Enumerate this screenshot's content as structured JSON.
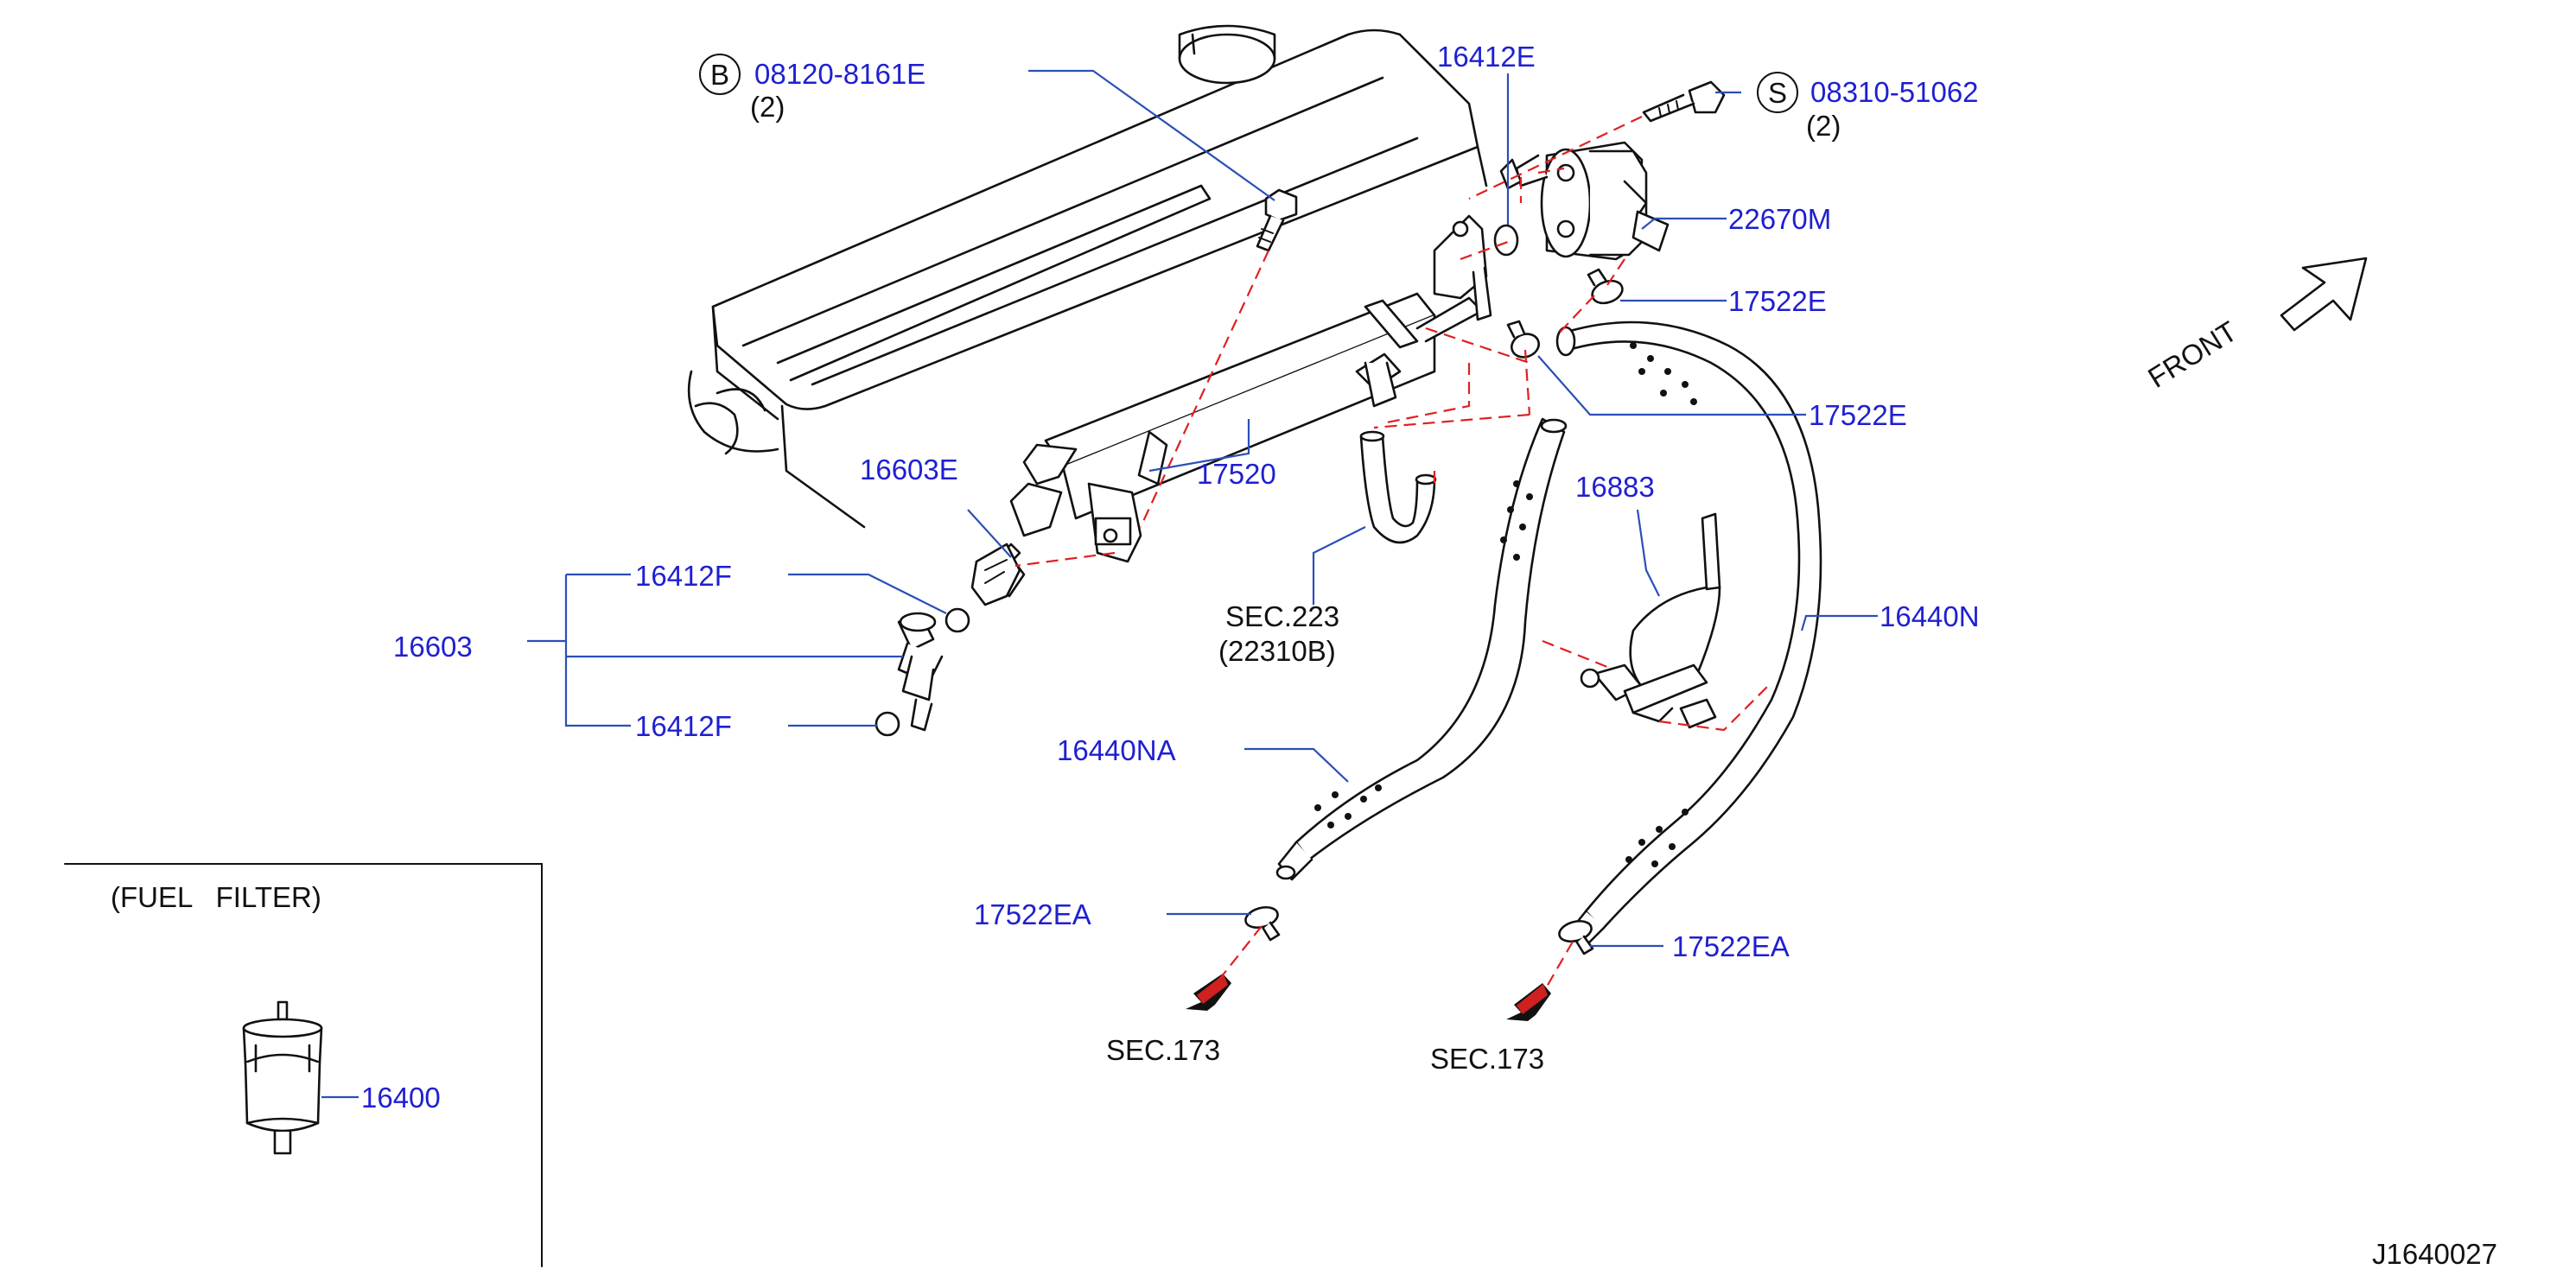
{
  "callouts": [
    {
      "code": "08120-8161E",
      "prefix": "B",
      "qty": "(2)"
    },
    {
      "code": "16412E"
    },
    {
      "code": "08310-51062",
      "prefix": "S",
      "qty": "(2)"
    },
    {
      "code": "22670M"
    },
    {
      "code": "17522E"
    },
    {
      "code": "17522E"
    },
    {
      "code": "16603E"
    },
    {
      "code": "17520"
    },
    {
      "code": "16883"
    },
    {
      "code": "16412F"
    },
    {
      "code": "16603"
    },
    {
      "code": "16412F"
    },
    {
      "code": "16440N"
    },
    {
      "code": "16440NA"
    },
    {
      "code": "17522EA"
    },
    {
      "code": "17522EA"
    },
    {
      "code": "16400"
    }
  ],
  "section_refs": [
    {
      "text": "SEC.223",
      "sub": "(22310B)"
    },
    {
      "text": "SEC.173"
    },
    {
      "text": "SEC.173"
    }
  ],
  "inset_title": "(FUEL   FILTER)",
  "direction_label": "FRONT",
  "diagram_id": "J1640027",
  "colors": {
    "label": "#1f1fd2",
    "leader": "#2a4fb8",
    "phantom": "#e02020",
    "ink": "#111111"
  }
}
